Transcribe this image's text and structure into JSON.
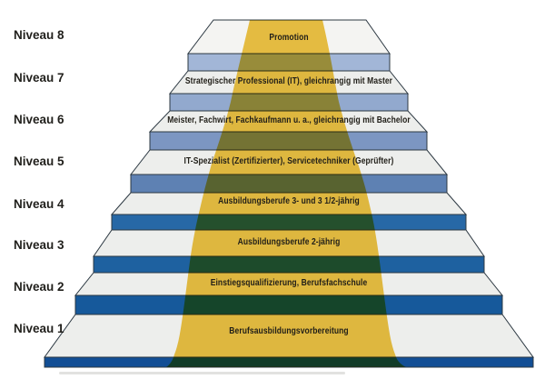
{
  "levels": [
    {
      "niveau": "Niveau 8",
      "label": "Promotion"
    },
    {
      "niveau": "Niveau 7",
      "label": "Strategischer Professional (IT), gleichrangig mit Master"
    },
    {
      "niveau": "Niveau 6",
      "label": "Meister, Fachwirt, Fachkaufmann u. a., gleichrangig mit Bachelor"
    },
    {
      "niveau": "Niveau 5",
      "label": "IT-Spezialist (Zertifizierter), Servicetechniker (Geprüfter)"
    },
    {
      "niveau": "Niveau 4",
      "label": "Ausbildungsberufe 3- und 3 1/2-jährig"
    },
    {
      "niveau": "Niveau 3",
      "label": "Ausbildungsberufe 2-jährig"
    },
    {
      "niveau": "Niveau 2",
      "label": "Einstiegsqualifizierung, Berufsfachschule"
    },
    {
      "niveau": "Niveau 1",
      "label": "Berufsausbildungsvorbereitung"
    }
  ],
  "colors": {
    "band": "#EFC444",
    "tread": "#EDEEEC",
    "tread_top": "#F4F4F2",
    "risers": [
      "#A2B6D7",
      "#92A9CE",
      "#7C96C2",
      "#5E81B3",
      "#2768A6",
      "#1E61A0",
      "#16599B"
    ],
    "base": "#124E95",
    "shadow": "#E2E2E0"
  }
}
